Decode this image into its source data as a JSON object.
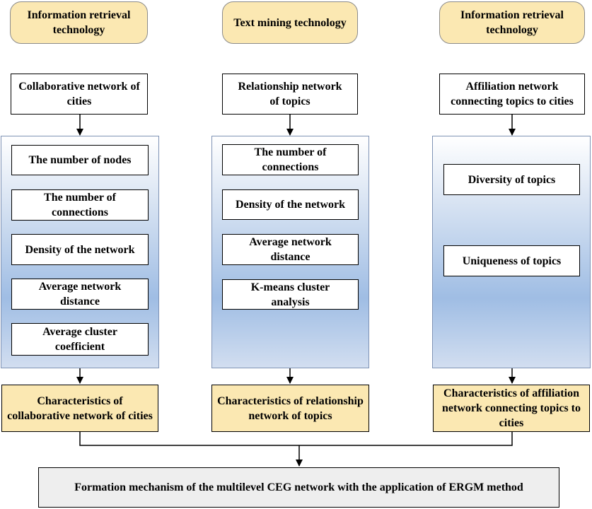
{
  "columns": [
    {
      "technique": "Information retrieval technology",
      "network": "Collaborative network of cities",
      "metrics": [
        "The number of nodes",
        "The number of connections",
        "Density of the network",
        "Average network distance",
        "Average cluster coefficient"
      ],
      "characteristics": "Characteristics of collaborative network of cities"
    },
    {
      "technique": "Text mining technology",
      "network": "Relationship network of topics",
      "metrics": [
        "The number of connections",
        "Density of the network",
        "Average network distance",
        "K-means cluster analysis"
      ],
      "characteristics": "Characteristics of relationship network of topics"
    },
    {
      "technique": "Information retrieval technology",
      "network": "Affiliation network connecting topics to cities",
      "metrics": [
        "Diversity of topics",
        "Uniqueness of topics"
      ],
      "characteristics": "Characteristics of affiliation network connecting topics to cities"
    }
  ],
  "outcome": "Formation mechanism of the multilevel CEG network with the application of  ERGM method",
  "colors": {
    "technique_fill": "#fbe8b2",
    "characteristics_fill": "#fbe8b2",
    "panel_gradient": "#9fbde4",
    "outcome_fill": "#eeeeee"
  }
}
